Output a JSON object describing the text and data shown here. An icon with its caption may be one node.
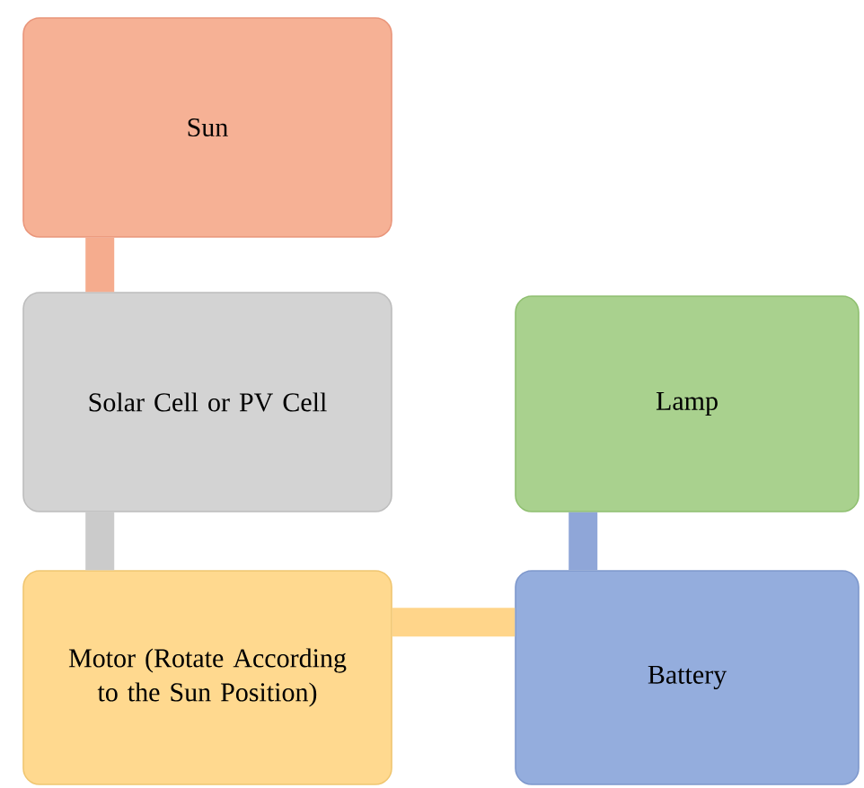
{
  "diagram": {
    "nodes": [
      {
        "text": [
          "Sun"
        ]
      },
      {
        "text": [
          "Solar Cell or PV Cell"
        ]
      },
      {
        "text": [
          "Motor (Rotate According to the Sun Position)"
        ]
      },
      {
        "text": [
          "Lamp"
        ]
      },
      {
        "text": [
          "Battery"
        ]
      }
    ],
    "edges": [
      {
        "from": 0,
        "to": 1,
        "arrow": "none",
        "color": "#f5ac8e"
      },
      {
        "from": 1,
        "to": 2,
        "arrow": "none",
        "color": "#cbcbcb"
      },
      {
        "from": 2,
        "to": 4,
        "arrow": "none",
        "color": "#ffd58a"
      },
      {
        "from": 3,
        "to": 4,
        "arrow": "none",
        "color": "#8fa6d8"
      }
    ]
  }
}
